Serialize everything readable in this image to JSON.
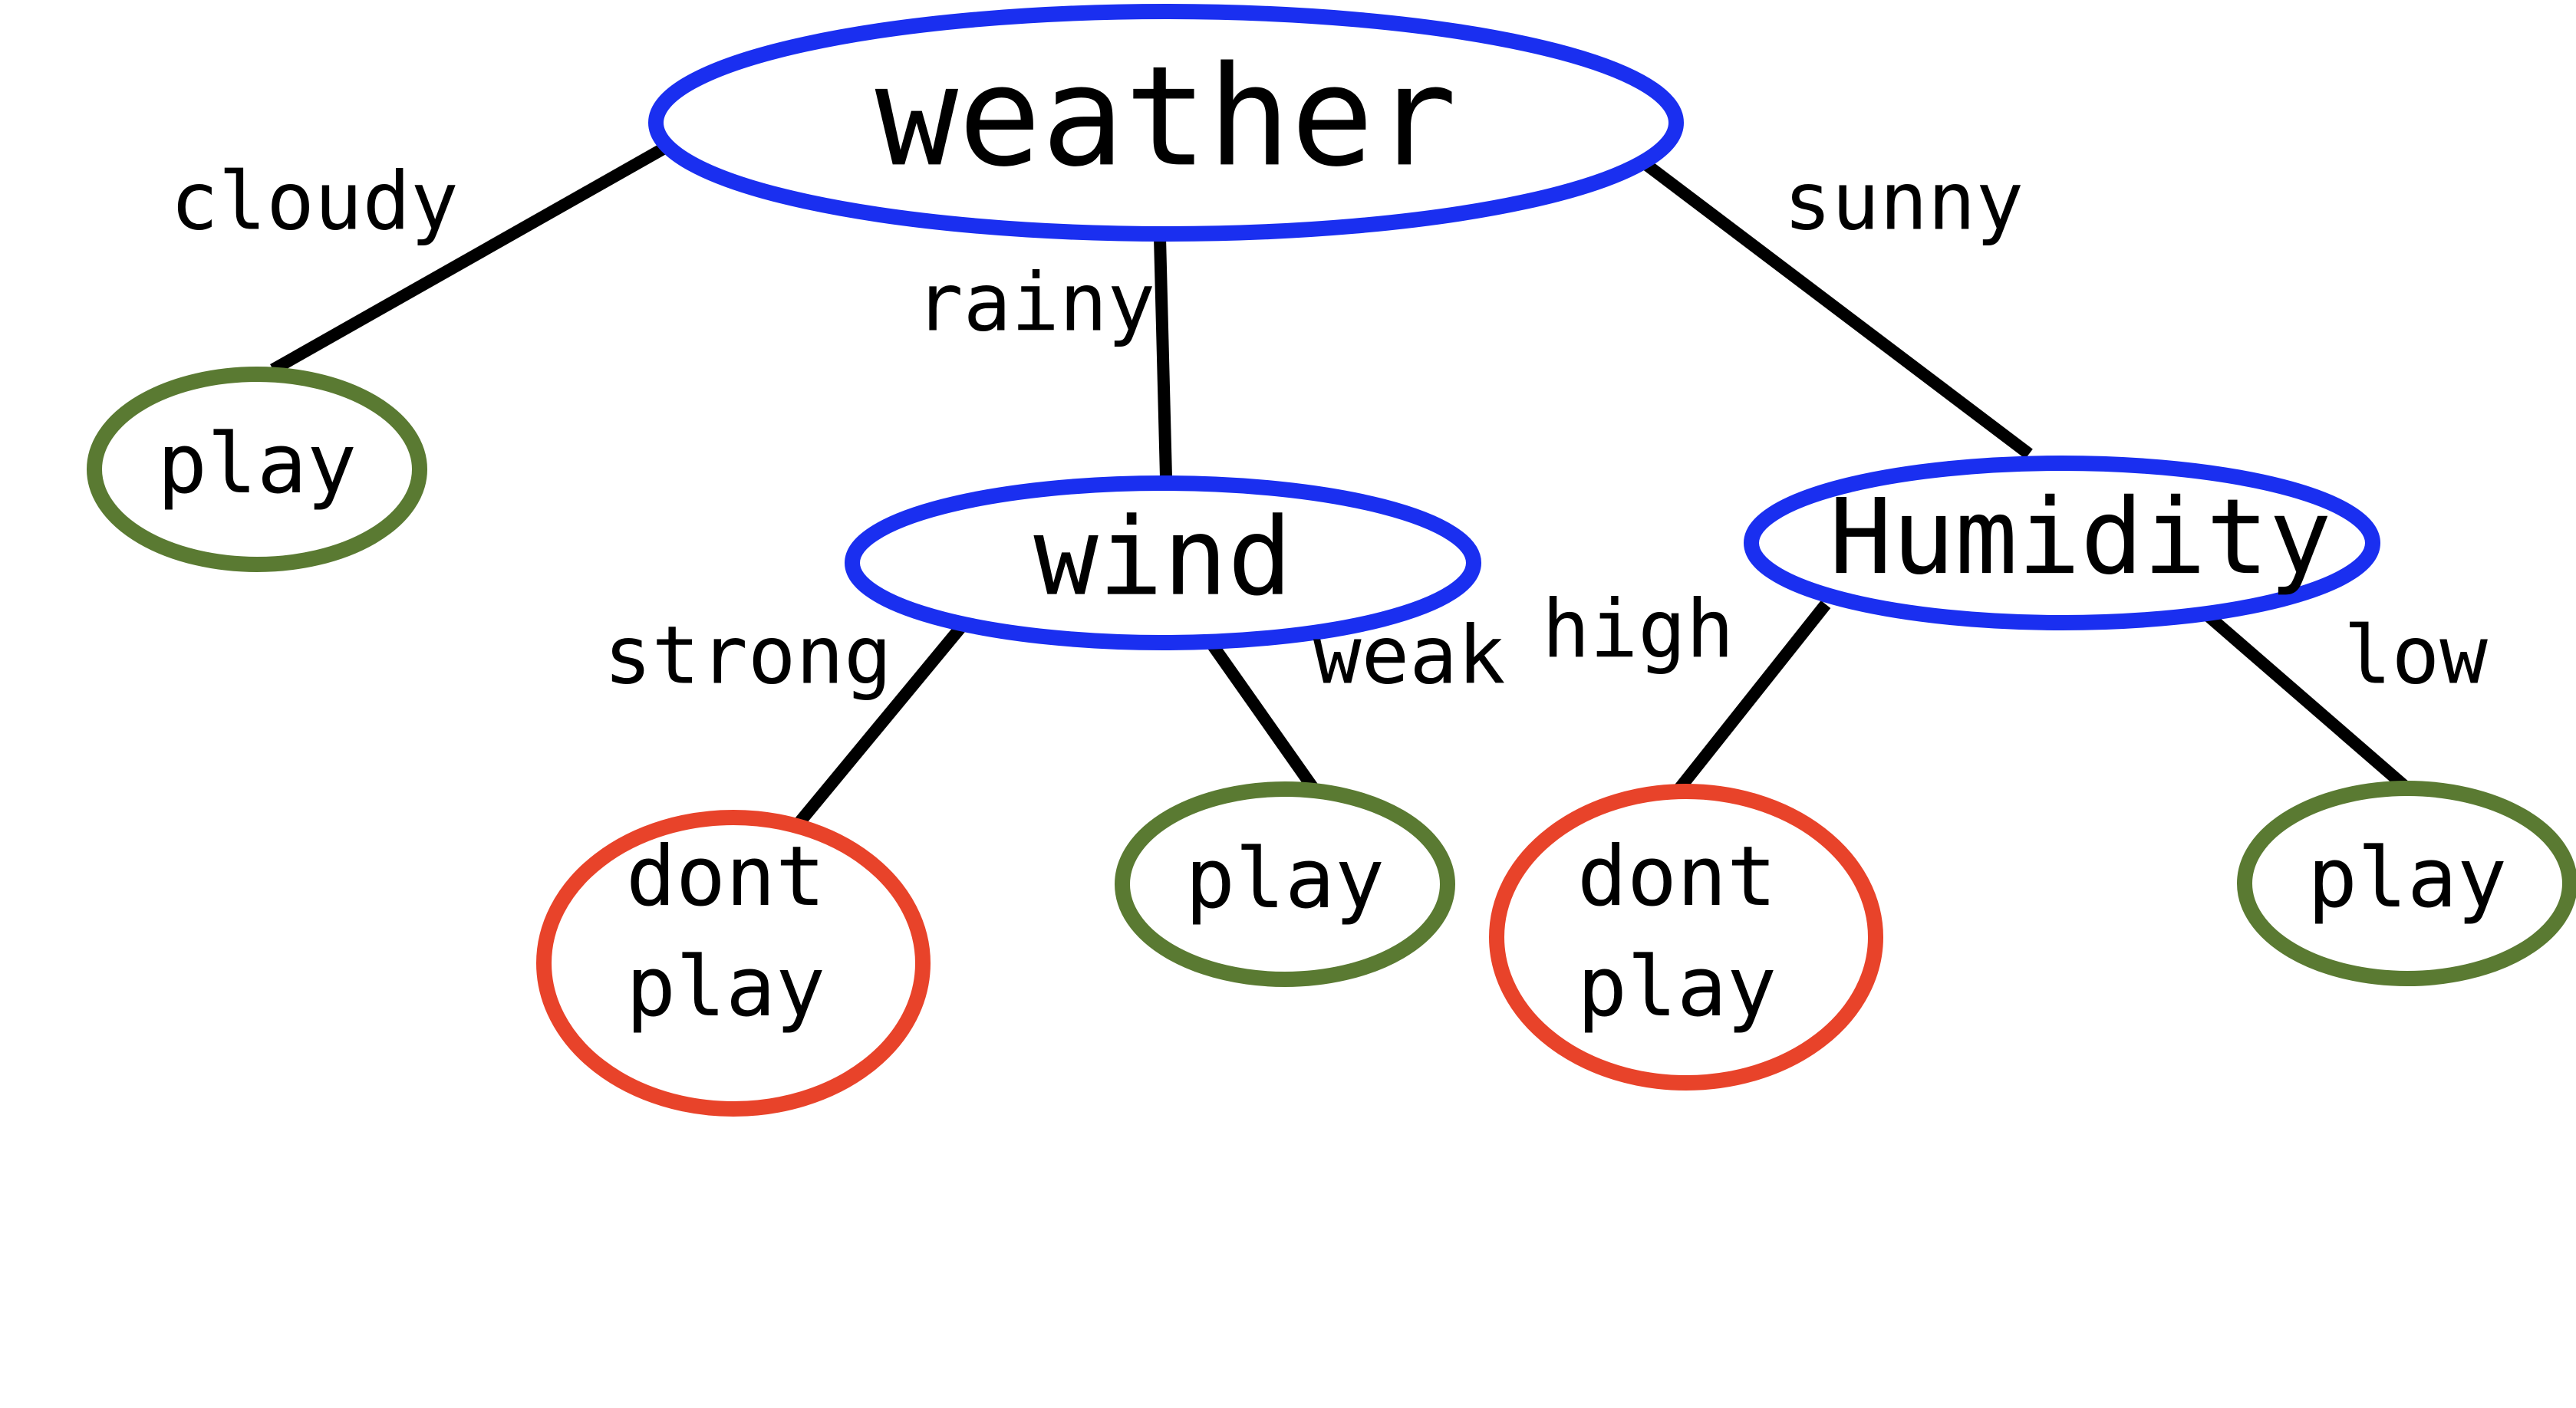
{
  "colors": {
    "decision_node": "#1a2ff0",
    "play_leaf": "#5a7a32",
    "dont_play_leaf": "#e8432a",
    "edge": "#000000"
  },
  "nodes": {
    "weather": "weather",
    "wind": "wind",
    "humidity": "Humidity",
    "leaf_cloudy_play": "play",
    "leaf_strong_line1": "dont",
    "leaf_strong_line2": "play",
    "leaf_weak_play": "play",
    "leaf_high_line1": "dont",
    "leaf_high_line2": "play",
    "leaf_low_play": "play"
  },
  "edges": {
    "cloudy": "cloudy",
    "rainy": "rainy",
    "sunny": "sunny",
    "strong": "strong",
    "weak": "weak",
    "high": "high",
    "low": "low"
  }
}
